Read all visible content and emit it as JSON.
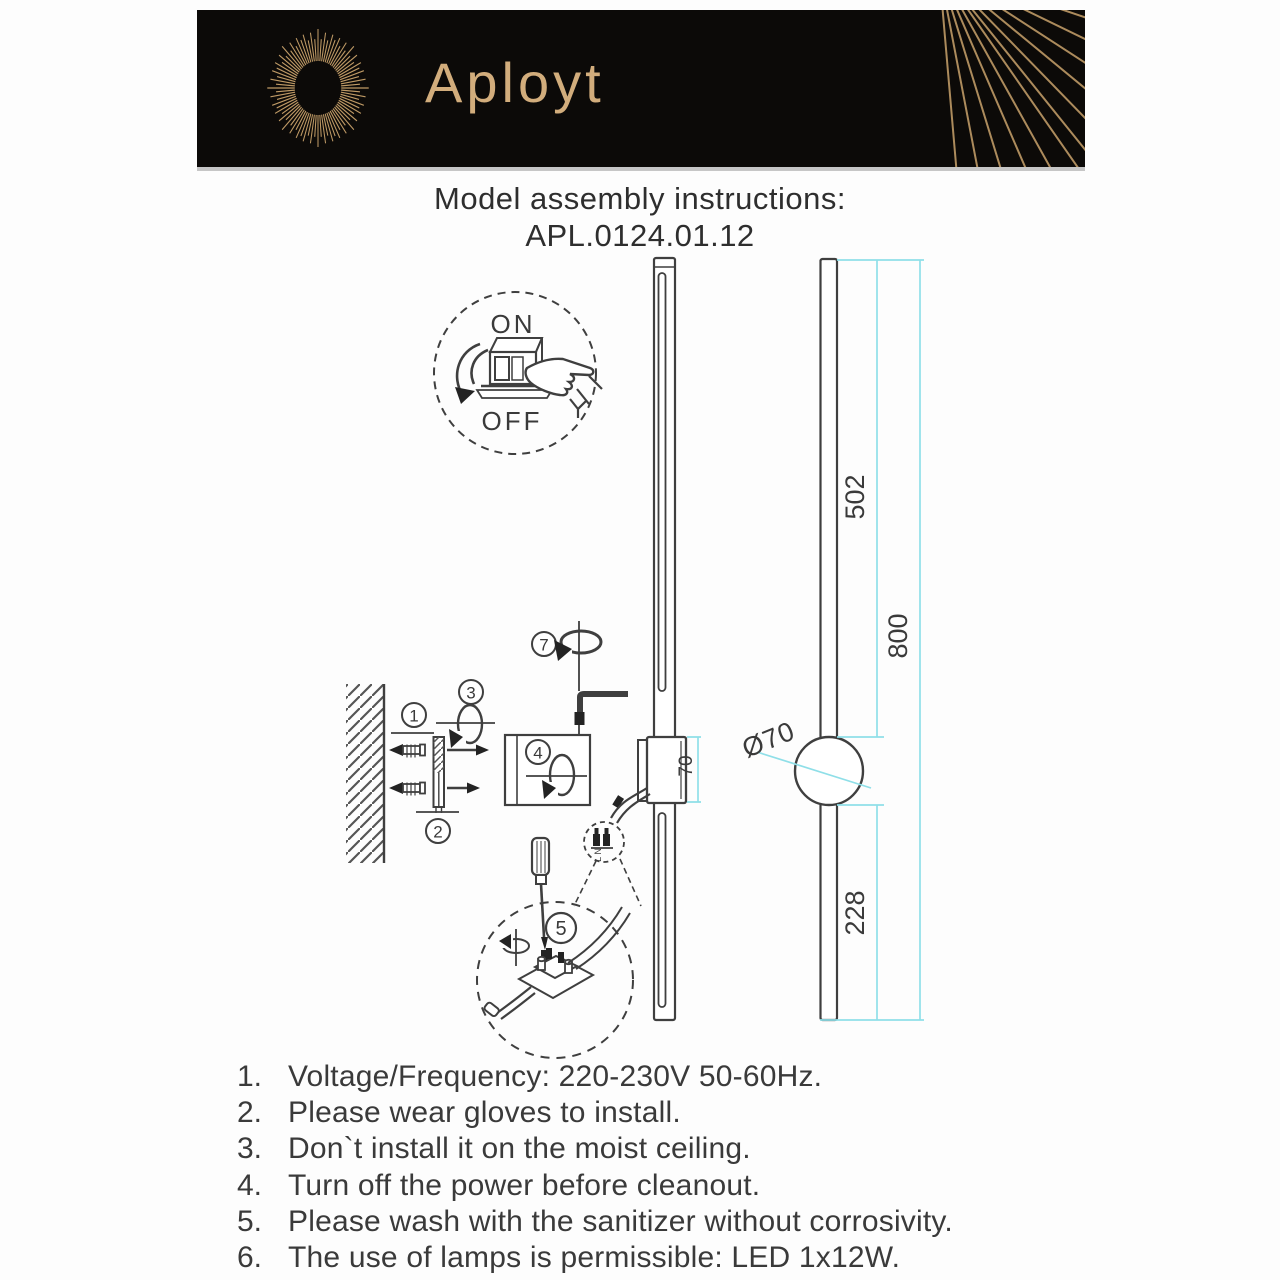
{
  "header": {
    "brand": "Aployt"
  },
  "title": {
    "heading": "Model assembly instructions:",
    "model": "APL.0124.01.12"
  },
  "diagram": {
    "switch_detail": {
      "on_label": "ON",
      "off_label": "OFF"
    },
    "step_numbers": {
      "step1": "1",
      "step2": "2",
      "step3": "3",
      "step4": "4",
      "step5": "5",
      "step7": "7"
    },
    "terminal": {
      "wire_labels": "L N"
    },
    "dimensions": {
      "bracket_height": "70",
      "upper_length": "502",
      "total_length": "800",
      "lower_length": "228",
      "sphere_diameter": "Ø70"
    }
  },
  "instructions": {
    "items": [
      {
        "num": "1.",
        "text": "Voltage/Frequency: 220-230V 50-60Hz."
      },
      {
        "num": "2.",
        "text": "Please wear gloves to install."
      },
      {
        "num": "3.",
        "text": "Don`t install it on the moist ceiling."
      },
      {
        "num": "4.",
        "text": "Turn off the power before cleanout."
      },
      {
        "num": "5.",
        "text": "Please wash with the sanitizer without corrosivity."
      },
      {
        "num": "6.",
        "text": "The use of lamps is permissible: LED 1x12W."
      }
    ]
  },
  "colors": {
    "accent_gold": "#c9a26b",
    "banner_black": "#0c0a08",
    "line_dark": "#3f3f3f",
    "dimension_cyan": "#8fdfe8",
    "text": "#3a3a3a"
  }
}
